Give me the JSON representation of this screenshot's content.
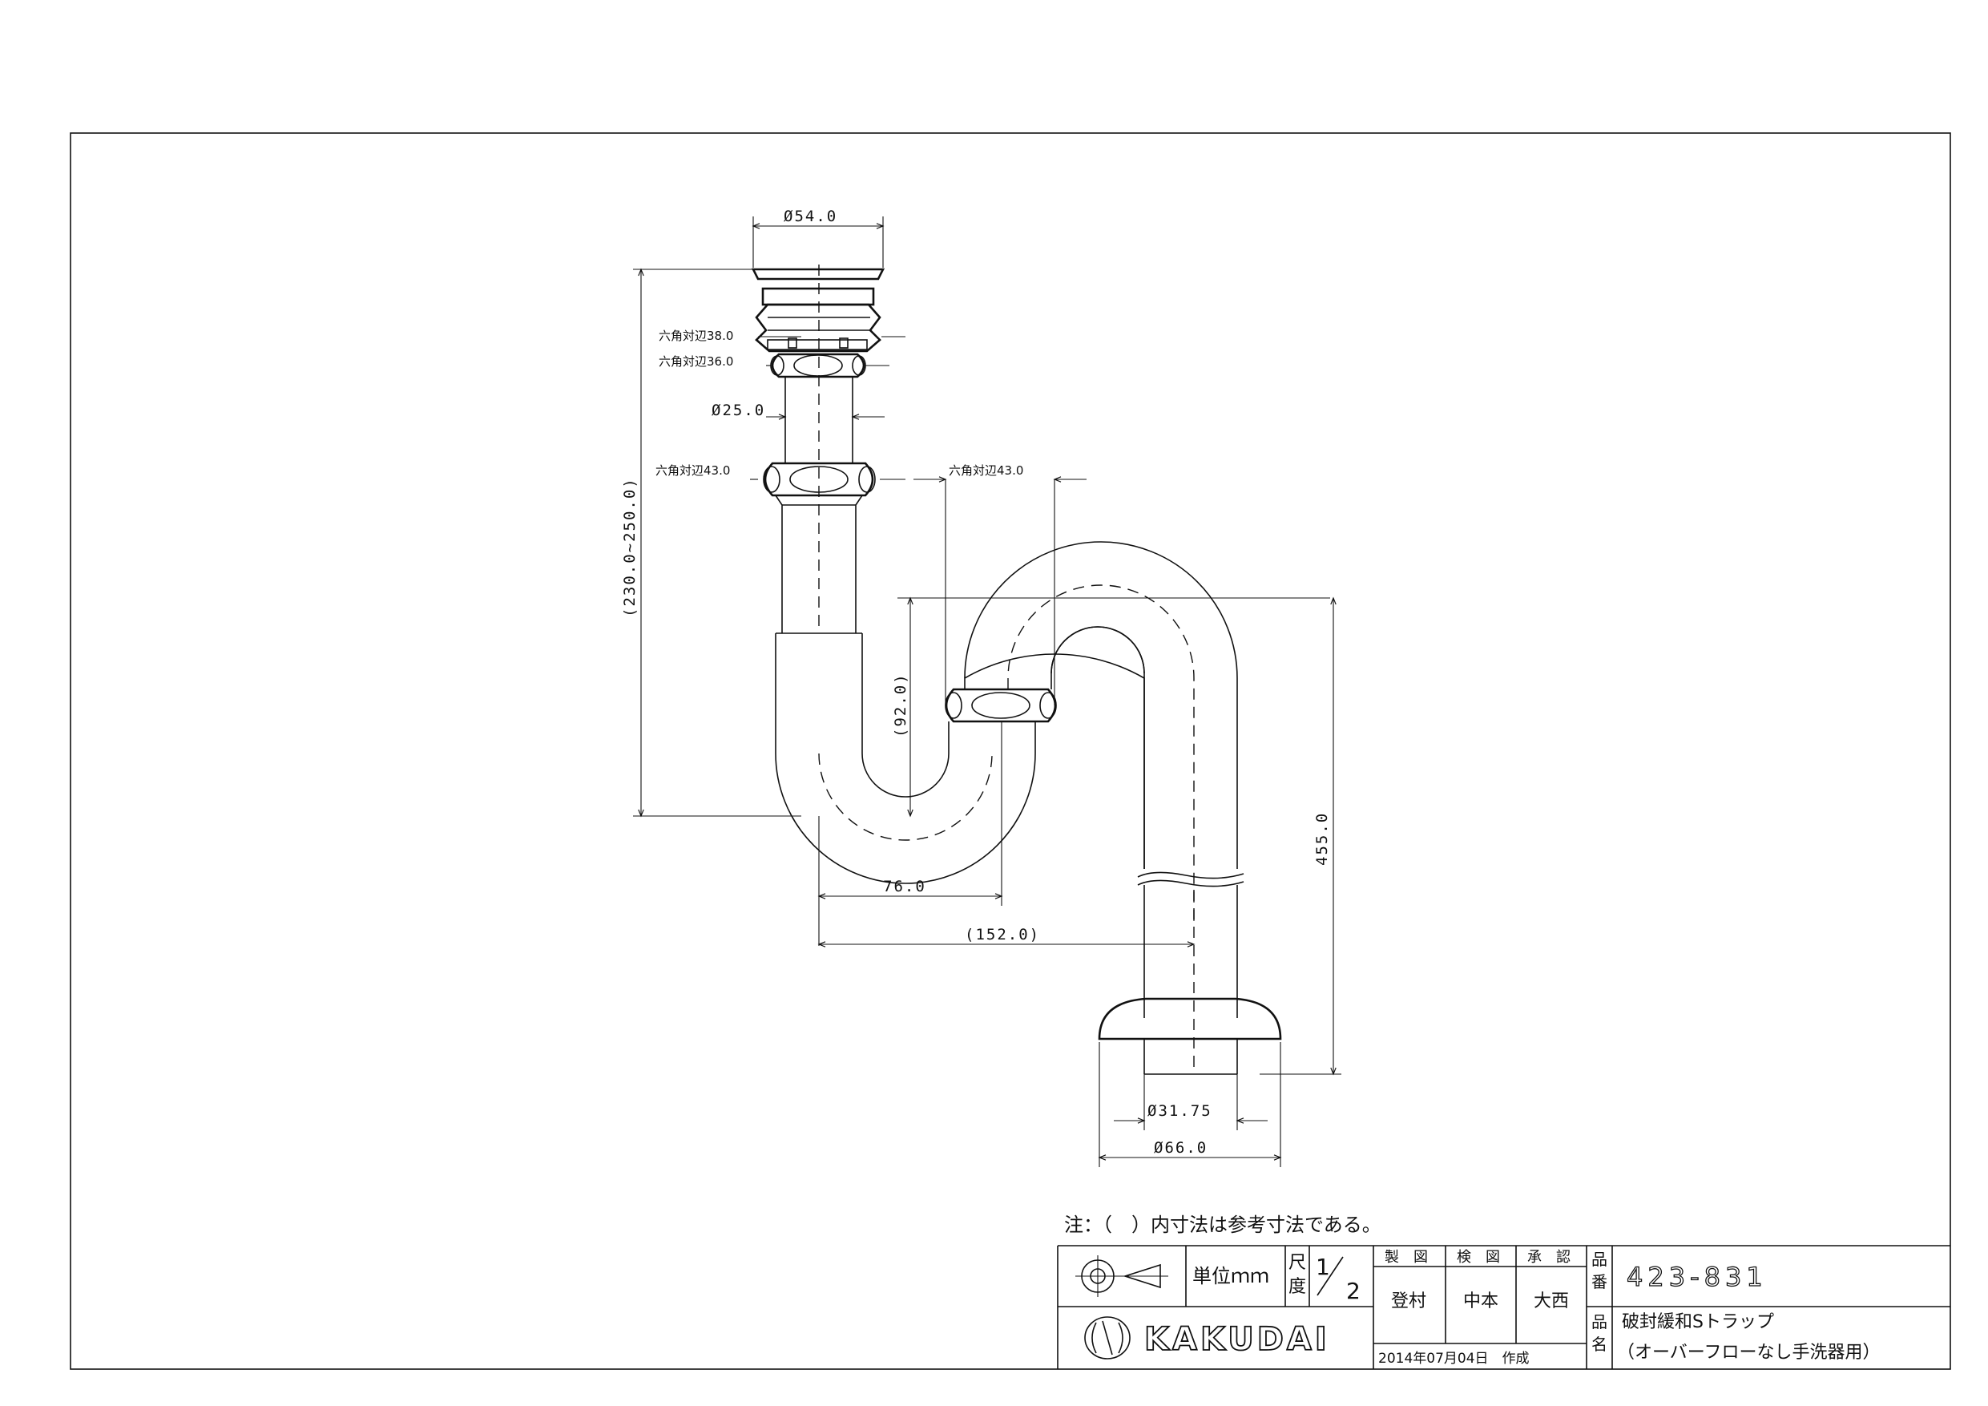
{
  "drawing": {
    "dimensions": {
      "top_dia": "Ø54.0",
      "hex38": "六角対辺38.0",
      "hex36": "六角対辺36.0",
      "pipe_dia": "Ø25.0",
      "hex43_left": "六角対辺43.0",
      "hex43_right": "六角対辺43.0",
      "height_range": "(230.0~250.0)",
      "trap_depth": "(92.0)",
      "offset76": "76.0",
      "offset152": "(152.0)",
      "total_height": "455.0",
      "outlet_dia": "Ø31.75",
      "flange_dia": "Ø66.0"
    },
    "note": "注：（　）内寸法は参考寸法である。"
  },
  "title_block": {
    "unit_label": "単位ｍｍ",
    "scale_label_1": "尺",
    "scale_label_2": "度",
    "scale_num": "1",
    "scale_den": "2",
    "drawn_label": "製　図",
    "checked_label": "検　図",
    "approved_label": "承　認",
    "drawn_by": "登村",
    "checked_by": "中本",
    "approved_by": "大西",
    "part_no_label_1": "品",
    "part_no_label_2": "番",
    "part_no": "423-831",
    "part_name_label_1": "品",
    "part_name_label_2": "名",
    "part_name_1": "破封緩和Sトラップ",
    "part_name_2": "（オーバーフローなし手洗器用）",
    "date": "2014年07月04日　作成",
    "logo_text": "KAKUDAI"
  }
}
